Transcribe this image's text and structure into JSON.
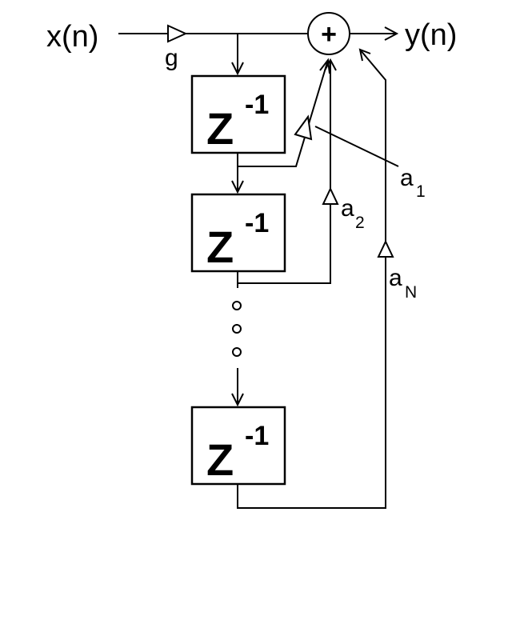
{
  "diagram": {
    "input_label": "x(n)",
    "output_label": "y(n)",
    "input_gain": "g",
    "adder_symbol": "+",
    "delay_base": "Z",
    "delay_exponent": "-1",
    "coefficients": [
      {
        "base": "a",
        "sub": "1"
      },
      {
        "base": "a",
        "sub": "2"
      },
      {
        "base": "a",
        "sub": "N"
      }
    ]
  }
}
